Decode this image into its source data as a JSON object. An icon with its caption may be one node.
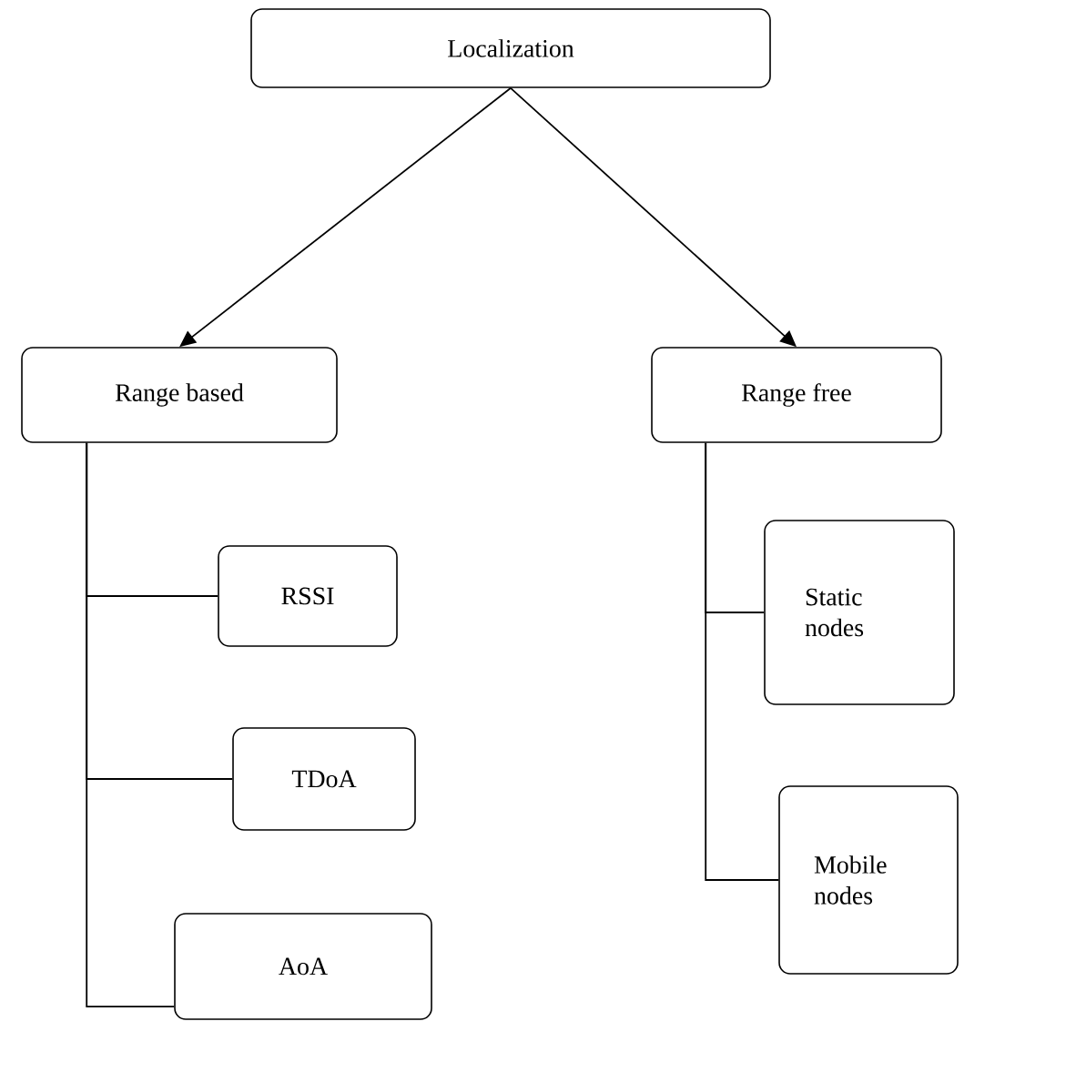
{
  "diagram": {
    "nodes": [
      {
        "text": [
          "Localization"
        ]
      },
      {
        "text": [
          "Range based"
        ]
      },
      {
        "text": [
          "Range free"
        ]
      },
      {
        "text": [
          "RSSI"
        ]
      },
      {
        "text": [
          "TDoA"
        ]
      },
      {
        "text": [
          "AoA"
        ]
      },
      {
        "text": [
          "Static nodes"
        ]
      },
      {
        "text": [
          "Mobile nodes"
        ]
      }
    ],
    "edges": [
      {
        "from": 0,
        "to": 1,
        "arrow": "to"
      },
      {
        "from": 0,
        "to": 2,
        "arrow": "to"
      },
      {
        "from": 1,
        "to": 3,
        "arrow": "none"
      },
      {
        "from": 1,
        "to": 4,
        "arrow": "none"
      },
      {
        "from": 1,
        "to": 5,
        "arrow": "none"
      },
      {
        "from": 2,
        "to": 6,
        "arrow": "none"
      },
      {
        "from": 2,
        "to": 7,
        "arrow": "none"
      }
    ]
  }
}
